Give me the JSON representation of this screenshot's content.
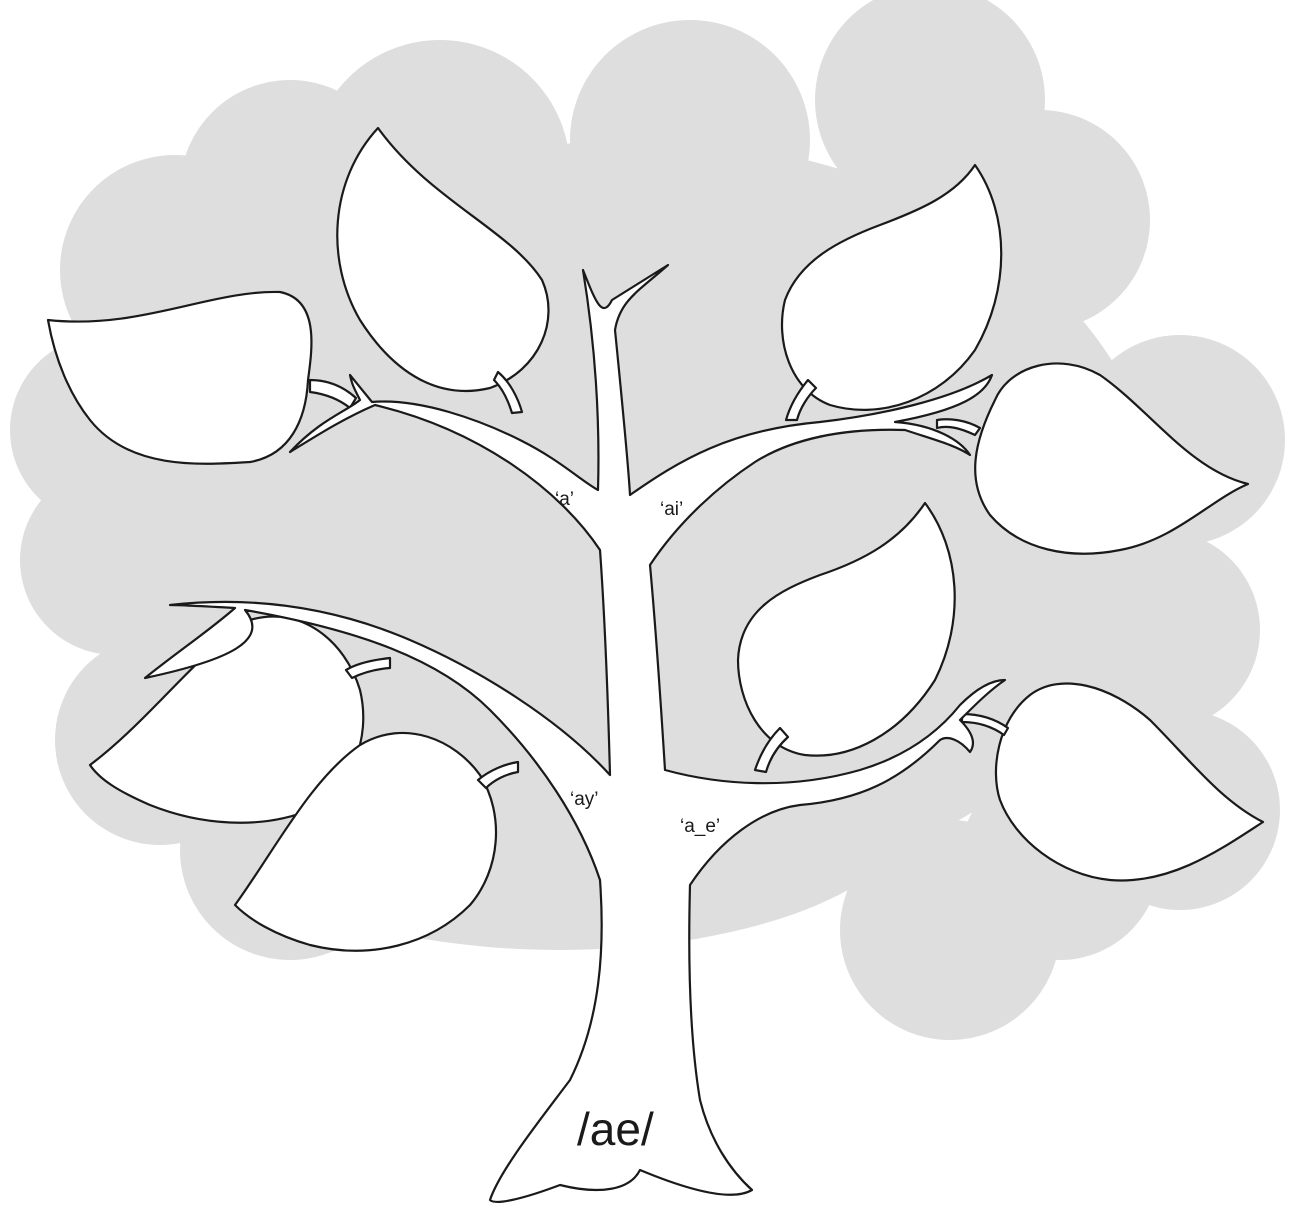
{
  "diagram": {
    "root_label": "/ae/",
    "branch_labels": {
      "a": "‘a’",
      "ai": "‘ai’",
      "ay": "‘ay’",
      "a_e": "‘a_e’"
    },
    "leaves": [
      "",
      "",
      "",
      "",
      "",
      "",
      "",
      ""
    ],
    "colors": {
      "background_cloud": "#dedede",
      "tree_fill": "#ffffff",
      "outline": "#1a1a1a"
    }
  }
}
